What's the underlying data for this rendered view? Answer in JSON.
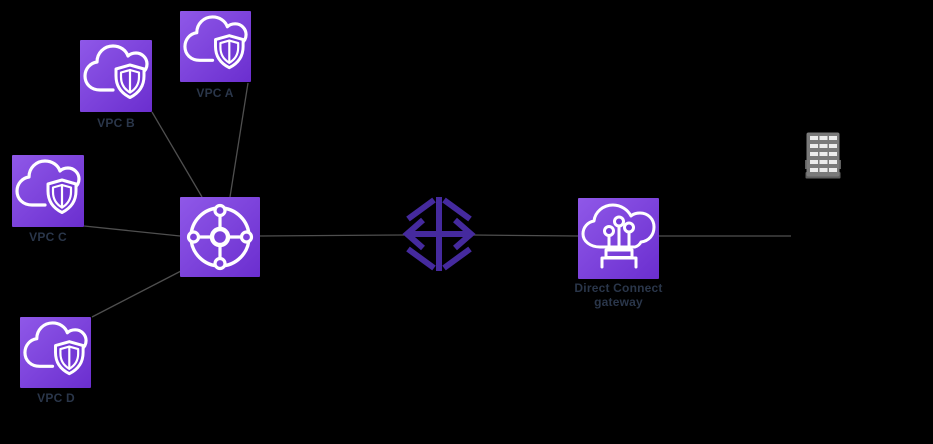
{
  "colors": {
    "background": "#000000",
    "connector_line": "#4F4F4F",
    "label_text": "#2A364A",
    "icon_gradient_start": "#8F58E8",
    "icon_gradient_end": "#6B2ECF",
    "icon_artwork": "#FFFFFF",
    "transit_gateway_symbol": "#452A9E",
    "building_gray": "#7A7A7A",
    "building_windows": "#ECECEC"
  },
  "diagram": {
    "nodes": {
      "vpc_a": {
        "label": "VPC A",
        "icon": "cloud-shield-icon"
      },
      "vpc_b": {
        "label": "VPC B",
        "icon": "cloud-shield-icon"
      },
      "vpc_c": {
        "label": "VPC C",
        "icon": "cloud-shield-icon"
      },
      "vpc_d": {
        "label": "VPC D",
        "icon": "cloud-shield-icon"
      },
      "transit_gateway": {
        "label": "",
        "icon": "transit-gateway-router-icon"
      },
      "transit_gateway_symbol": {
        "label": "",
        "icon": "transit-gateway-diamond-icon"
      },
      "direct_connect_gateway": {
        "label": "Direct Connect gateway",
        "icon": "direct-connect-gateway-icon"
      },
      "corporate_data_center": {
        "label": "",
        "icon": "office-building-icon"
      }
    },
    "edges": [
      {
        "from": "vpc_a",
        "to": "transit_gateway"
      },
      {
        "from": "vpc_b",
        "to": "transit_gateway"
      },
      {
        "from": "vpc_c",
        "to": "transit_gateway"
      },
      {
        "from": "vpc_d",
        "to": "transit_gateway"
      },
      {
        "from": "transit_gateway",
        "to": "transit_gateway_symbol"
      },
      {
        "from": "transit_gateway_symbol",
        "to": "direct_connect_gateway"
      },
      {
        "from": "direct_connect_gateway",
        "to": "corporate_data_center"
      }
    ]
  }
}
